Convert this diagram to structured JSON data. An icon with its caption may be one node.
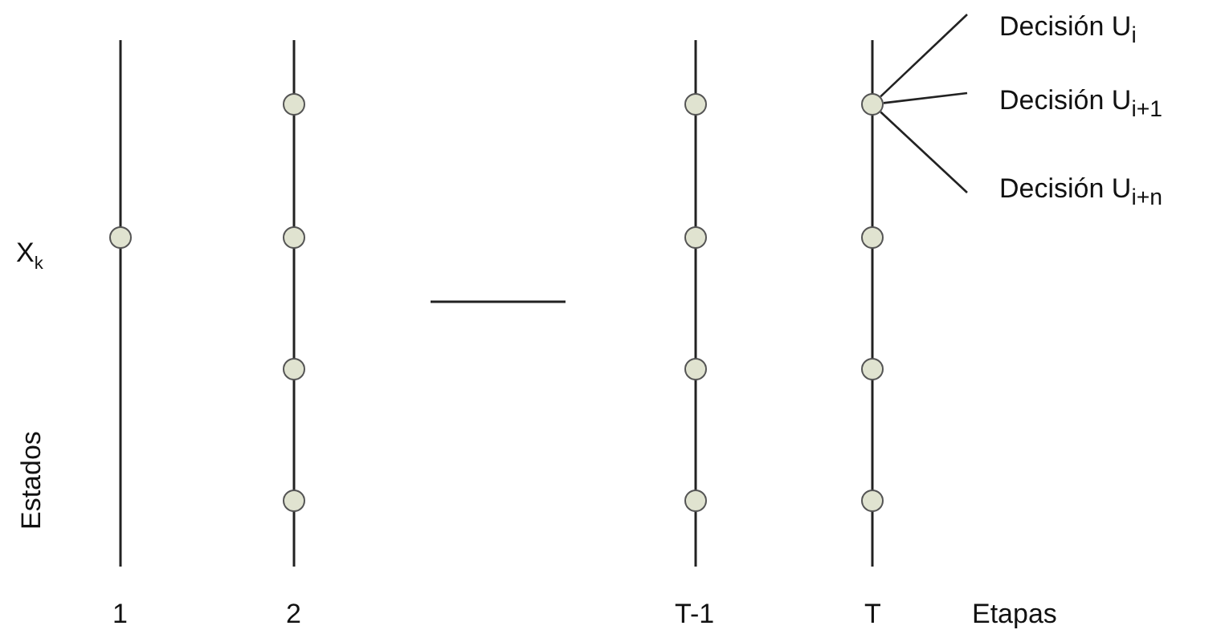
{
  "diagram": {
    "nodes": [
      {
        "text": [],
        "shape": "circle"
      },
      {
        "text": [],
        "shape": "circle"
      },
      {
        "text": [],
        "shape": "circle"
      },
      {
        "text": [],
        "shape": "circle"
      },
      {
        "text": [],
        "shape": "circle"
      },
      {
        "text": [],
        "shape": "circle"
      },
      {
        "text": [],
        "shape": "circle"
      },
      {
        "text": [],
        "shape": "circle"
      },
      {
        "text": [],
        "shape": "circle"
      },
      {
        "text": [],
        "shape": "circle"
      },
      {
        "text": [],
        "shape": "circle"
      },
      {
        "text": [],
        "shape": "circle"
      },
      {
        "text": [],
        "shape": "circle"
      },
      {
        "text": [
          "Decisión U$_{i}$"
        ]
      },
      {
        "text": [
          "Decisión U$_{i+1}$"
        ]
      },
      {
        "text": [
          "Decisión U$_{i+n}$"
        ]
      }
    ],
    "edges": [
      {
        "from": 9,
        "to": 13,
        "arrow": "none"
      },
      {
        "from": 9,
        "to": 14,
        "arrow": "none"
      },
      {
        "from": 9,
        "to": 15,
        "arrow": "none"
      }
    ],
    "labels": [
      "X$_{k}$",
      "Estados",
      "1",
      "2",
      "T-1",
      "T",
      "Etapas"
    ]
  }
}
